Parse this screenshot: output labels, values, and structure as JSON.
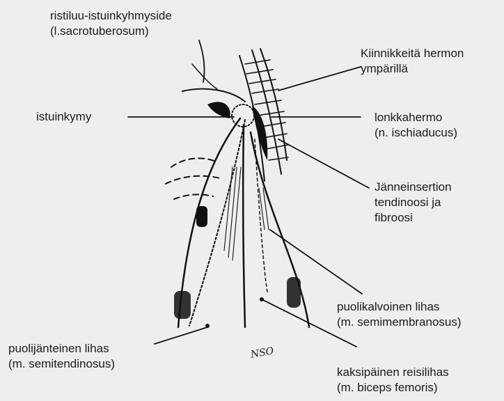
{
  "labels": {
    "sacrotuberous": [
      "ristiluu-istuinkyhmyside",
      "(l.sacrotuberosum)"
    ],
    "adhesions": [
      "Kiinnikkeitä hermon",
      "ympärillä"
    ],
    "tuberosity": [
      "istuinkymy"
    ],
    "sciatic": [
      "lonkkahermo",
      "(n. ischiaducus)"
    ],
    "insertion": [
      "Jänneinsertion",
      "tendinoosi ja",
      "fibroosi"
    ],
    "semimembranosus": [
      "puolikalvoinen lihas",
      "(m. semimembranosus)"
    ],
    "semitendinosus": [
      "puolijänteinen lihas",
      "(m. semitendinosus)"
    ],
    "biceps": [
      "kaksipäinen reisilihas",
      "(m. biceps femoris)"
    ]
  },
  "signature": "NSO",
  "colors": {
    "ink": "#111111",
    "paper": "#eeeeec"
  }
}
